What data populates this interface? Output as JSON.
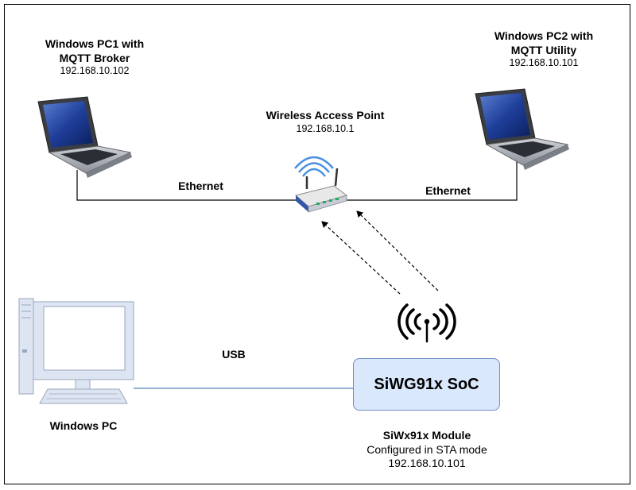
{
  "pc1": {
    "title_line1": "Windows PC1 with",
    "title_line2": "MQTT Broker",
    "ip": "192.168.10.102"
  },
  "pc2": {
    "title_line1": "Windows PC2 with",
    "title_line2": "MQTT Utility",
    "ip": "192.168.10.101"
  },
  "access_point": {
    "title": "Wireless Access Point",
    "ip": "192.168.10.1"
  },
  "links": {
    "left_ethernet": "Ethernet",
    "right_ethernet": "Ethernet",
    "usb": "USB"
  },
  "host_pc": {
    "label": "Windows PC"
  },
  "soc": {
    "label": "SiWG91x SoC"
  },
  "module": {
    "title": "SiWx91x Module",
    "mode": "Configured in STA mode",
    "ip": "192.168.10.101"
  },
  "icons": [
    "laptop-icon",
    "router-icon",
    "desktop-pc-icon",
    "wireless-signal-icon"
  ],
  "colors": {
    "soc_fill": "#dae8fc",
    "soc_border": "#6c8ebf",
    "usb_line": "#4f7fb8",
    "router_accent": "#3355aa"
  }
}
